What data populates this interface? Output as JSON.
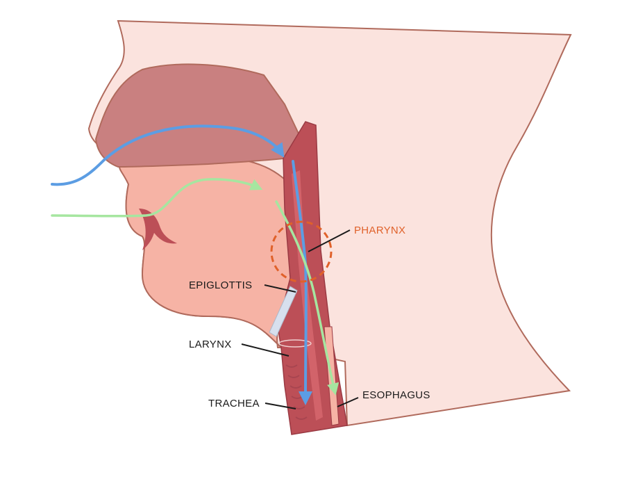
{
  "labels": {
    "pharynx": "PHARYNX",
    "epiglottis": "EPIGLOTTIS",
    "larynx": "LARYNX",
    "trachea": "TRACHEA",
    "esophagus": "ESOPHAGUS"
  },
  "colors": {
    "skin_light": "#fbe3de",
    "skin_mid": "#f6b3a5",
    "outline": "#b06a5c",
    "nasal_cavity": "#c98080",
    "tract_dark": "#bc4f57",
    "air_path": "#5c9de3",
    "food_path": "#a6e6a0",
    "pharynx_highlight": "#e0612a",
    "epiglottis": "#d7e0ee",
    "text": "#1a1a1a"
  }
}
